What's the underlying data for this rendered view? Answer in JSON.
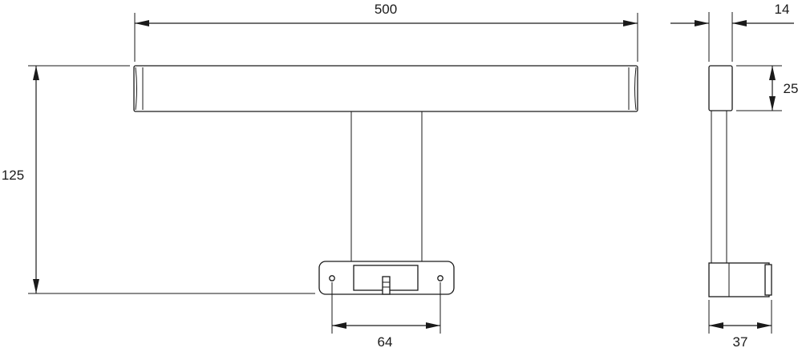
{
  "drawing": {
    "dimensions": {
      "overall_width": "500",
      "overall_height": "125",
      "mount_spacing": "64",
      "depth_top": "14",
      "head_height": "25",
      "base_depth": "37"
    }
  }
}
